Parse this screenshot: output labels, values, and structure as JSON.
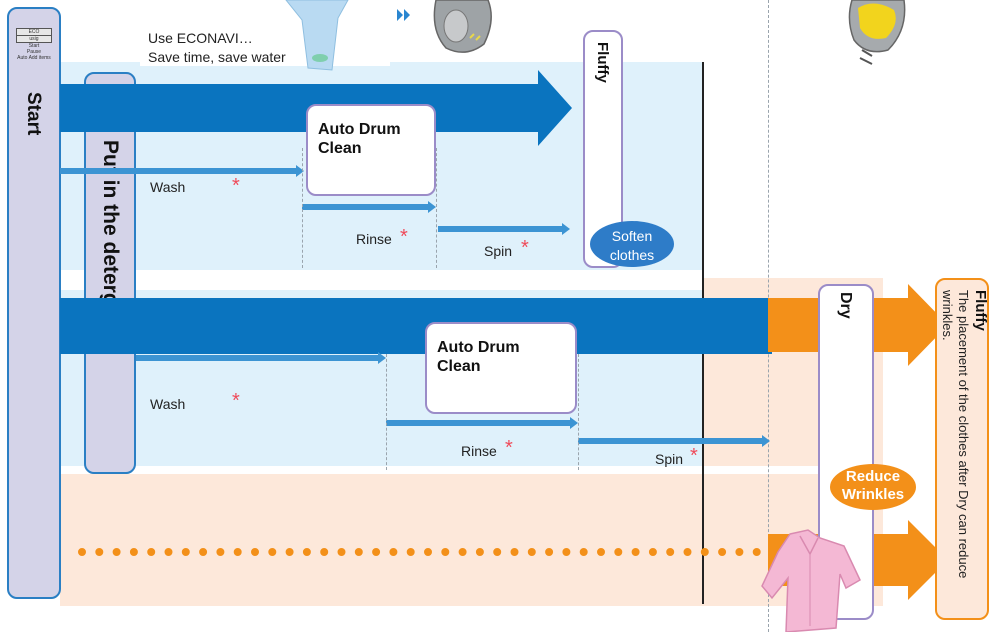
{
  "header": {
    "econavi_line1": "Use ECONAVI…",
    "econavi_line2": "Save time, save water"
  },
  "panel": {
    "line1": "ECO",
    "line2": "usig",
    "line3": "Start",
    "line4": "Pause",
    "line5": "Auto Add items"
  },
  "start_label": "Start",
  "detergent_label": "Put in the detergent",
  "wash_cycle": {
    "wash": "Wash",
    "rinse": "Rinse",
    "spin": "Spin",
    "auto_drum_clean": "Auto Drum Clean",
    "fluffy": "Fluffy",
    "soften": "Soften clothes",
    "asterisk": "*"
  },
  "dry_cycle": {
    "wash": "Wash",
    "rinse": "Rinse",
    "spin": "Spin",
    "auto_drum_clean": "Auto Drum Clean",
    "dry": "Dry",
    "reduce": "Reduce Wrinkles",
    "asterisk": "*"
  },
  "result": {
    "title": "Fluffy",
    "body": "The placement of the clothes after Dry can reduce wrinkles."
  },
  "colors": {
    "blue_arrow": "#0a74bf",
    "light_blue_arrow": "#3c94d3",
    "orange_arrow": "#f39019",
    "light_blue_bg": "#dff1fb",
    "peach_bg": "#fde8da",
    "purple_border": "#9b8cc8",
    "asterisk": "#ef4b5a"
  },
  "icons": [
    "washing-drum-icon",
    "shirt-icon",
    "double-chevron-icon",
    "pink-shirt-icon",
    "yellow-clothes-drum-icon"
  ]
}
